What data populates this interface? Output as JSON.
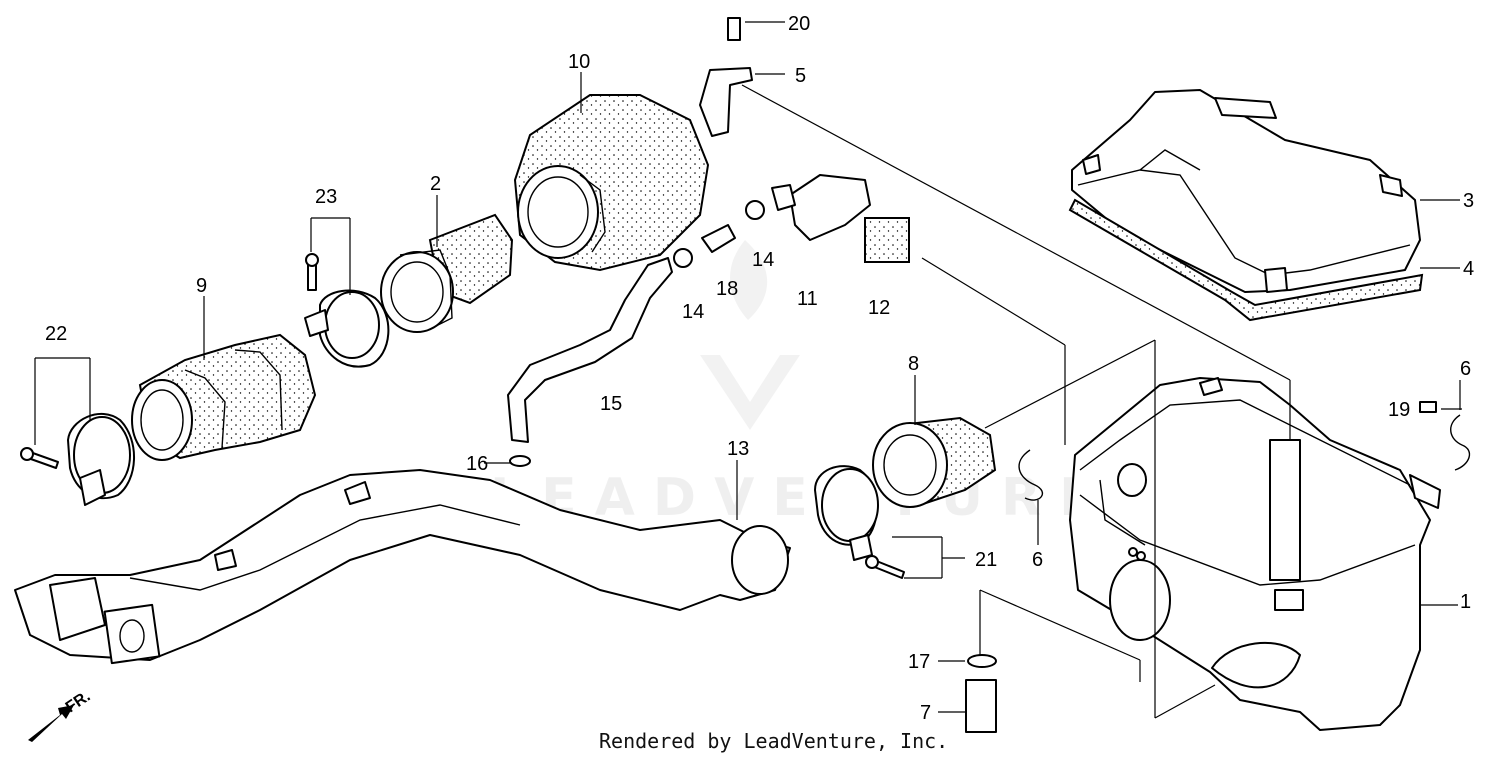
{
  "callouts": {
    "p1": "1",
    "p2": "2",
    "p3": "3",
    "p4": "4",
    "p5": "5",
    "p6a": "6",
    "p6b": "6",
    "p7": "7",
    "p8": "8",
    "p9": "9",
    "p10": "10",
    "p11": "11",
    "p12": "12",
    "p13": "13",
    "p14a": "14",
    "p14b": "14",
    "p15": "15",
    "p16": "16",
    "p17": "17",
    "p18": "18",
    "p19": "19",
    "p20": "20",
    "p21": "21",
    "p22": "22",
    "p23": "23"
  },
  "direction_label": "FR.",
  "footer": "Rendered by LeadVenture, Inc.",
  "watermark": "LEADVENTURE"
}
